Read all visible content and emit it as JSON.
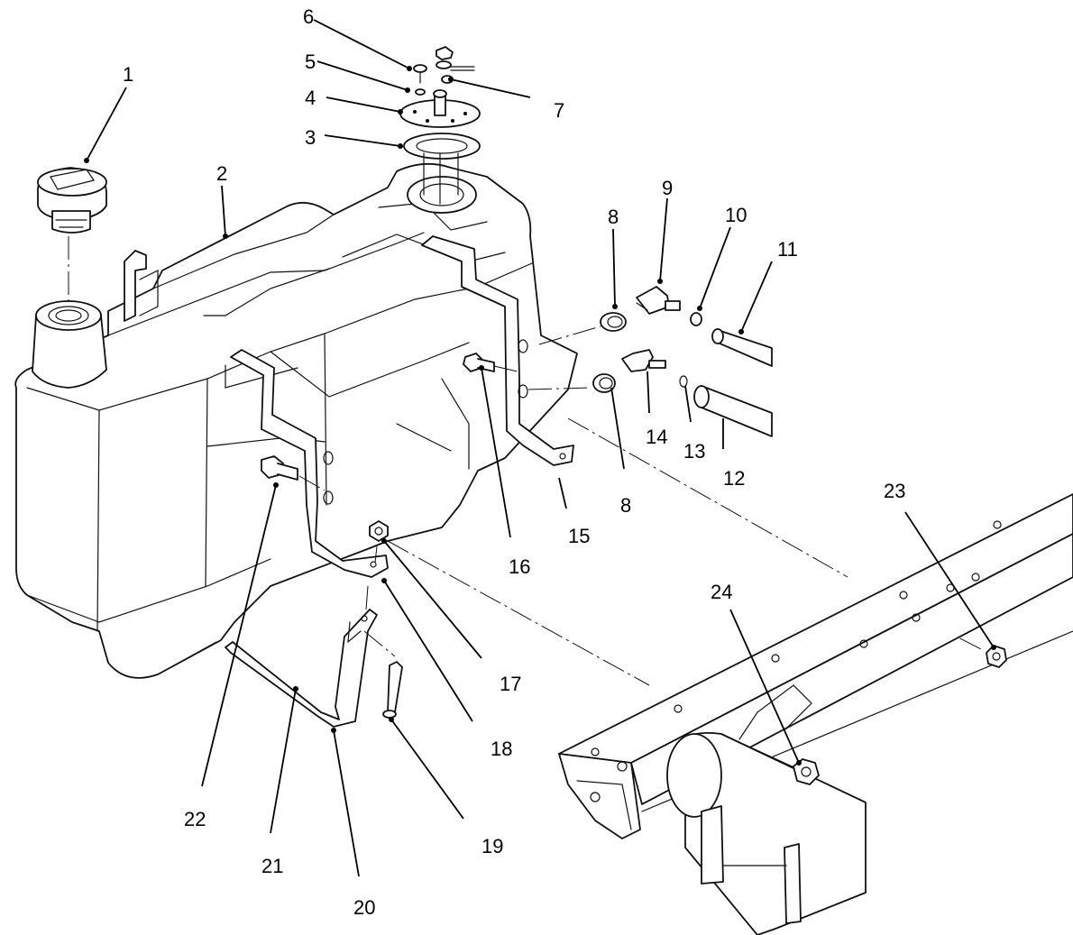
{
  "diagram": {
    "callouts": [
      {
        "id": "1",
        "label": "1"
      },
      {
        "id": "2",
        "label": "2"
      },
      {
        "id": "3",
        "label": "3"
      },
      {
        "id": "4",
        "label": "4"
      },
      {
        "id": "5",
        "label": "5"
      },
      {
        "id": "6",
        "label": "6"
      },
      {
        "id": "7",
        "label": "7"
      },
      {
        "id": "8a",
        "label": "8"
      },
      {
        "id": "8b",
        "label": "8"
      },
      {
        "id": "9",
        "label": "9"
      },
      {
        "id": "10",
        "label": "10"
      },
      {
        "id": "11",
        "label": "11"
      },
      {
        "id": "12",
        "label": "12"
      },
      {
        "id": "13",
        "label": "13"
      },
      {
        "id": "14",
        "label": "14"
      },
      {
        "id": "15",
        "label": "15"
      },
      {
        "id": "16",
        "label": "16"
      },
      {
        "id": "17",
        "label": "17"
      },
      {
        "id": "18",
        "label": "18"
      },
      {
        "id": "19",
        "label": "19"
      },
      {
        "id": "20",
        "label": "20"
      },
      {
        "id": "21",
        "label": "21"
      },
      {
        "id": "22",
        "label": "22"
      },
      {
        "id": "23",
        "label": "23"
      },
      {
        "id": "24",
        "label": "24"
      }
    ],
    "parts": [
      {
        "name": "fuel-cap-icon"
      },
      {
        "name": "fuel-tank-icon"
      },
      {
        "name": "gasket-icon"
      },
      {
        "name": "fuel-sender-plate-icon"
      },
      {
        "name": "lock-washer-icon"
      },
      {
        "name": "screw-icon"
      },
      {
        "name": "sender-hardware-icon"
      },
      {
        "name": "grommet-icon"
      },
      {
        "name": "elbow-fitting-icon"
      },
      {
        "name": "hose-clamp-icon"
      },
      {
        "name": "fuel-hose-icon"
      },
      {
        "name": "return-hose-icon"
      },
      {
        "name": "straight-fitting-icon"
      },
      {
        "name": "tank-strap-icon"
      },
      {
        "name": "cap-screw-icon"
      },
      {
        "name": "flange-nut-icon"
      },
      {
        "name": "support-bracket-icon"
      },
      {
        "name": "frame-rail-icon"
      }
    ]
  }
}
